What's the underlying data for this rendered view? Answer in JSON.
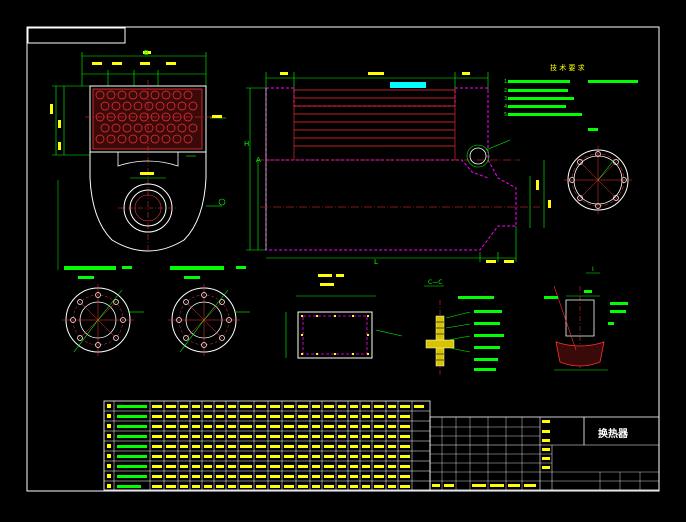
{
  "drawing": {
    "title_block_name": "换热器",
    "tech_requirements_heading": "技 术 要 求",
    "tech_notes": [
      "1.",
      "2.",
      "3.",
      "4.",
      "5."
    ],
    "section_cc_label": "C—C",
    "section_i_label": "I",
    "dim_L": "L",
    "dim_B": "B",
    "dim_H": "H",
    "dim_A": "A"
  },
  "colors": {
    "background": "#000000",
    "outline": "#ffffff",
    "center_line": "#ff3030",
    "dimension": "#00ff00",
    "hidden_line": "#ff00ff",
    "text_accent": "#ffff00",
    "highlight": "#00ffff"
  },
  "parts_table": {
    "rows": 9,
    "cols": 24
  }
}
